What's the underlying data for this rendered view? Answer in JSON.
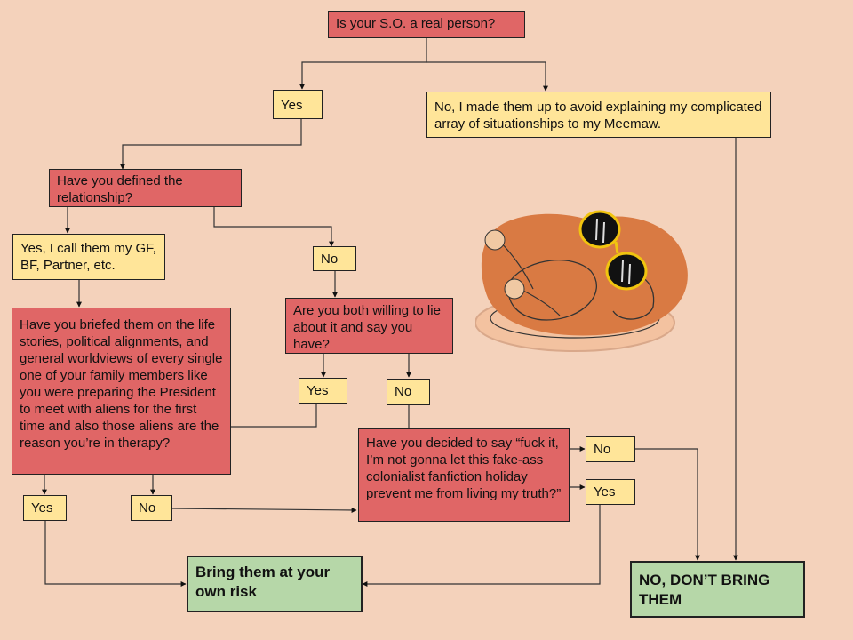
{
  "nodes": {
    "q_real": "Is your S.O. a real person?",
    "a_real_yes": "Yes",
    "a_real_no": "No, I made them up to avoid explaining my complicated array of situationships to my Meemaw.",
    "q_defined": "Have you defined the relationship?",
    "a_defined_yes": "Yes, I call them my GF, BF, Partner, etc.",
    "a_defined_no": "No",
    "q_lie": "Are you both willing to lie about it and say you have?",
    "a_lie_yes": "Yes",
    "a_lie_no": "No",
    "q_briefed": "Have you briefed them on the life stories, political alignments, and general worldviews of every single one of your family members like you were preparing the President to meet with aliens for the first time and also those aliens are the reason you’re in therapy?",
    "a_briefed_yes": "Yes",
    "a_briefed_no": "No",
    "q_decided": "Have you decided to say “fuck it, I’m not gonna let this fake-ass colonialist fanfiction holiday prevent me from living my truth?”",
    "a_decided_no": "No",
    "a_decided_yes": "Yes",
    "r_bring": "Bring them at your own risk",
    "r_dont": "NO, DON’T BRING THEM"
  },
  "colors": {
    "question": "#e06666",
    "answer": "#ffe599",
    "result": "#b6d7a8",
    "background": "#f4d2bb"
  },
  "illustration": "turkey-with-sunglasses-icon"
}
